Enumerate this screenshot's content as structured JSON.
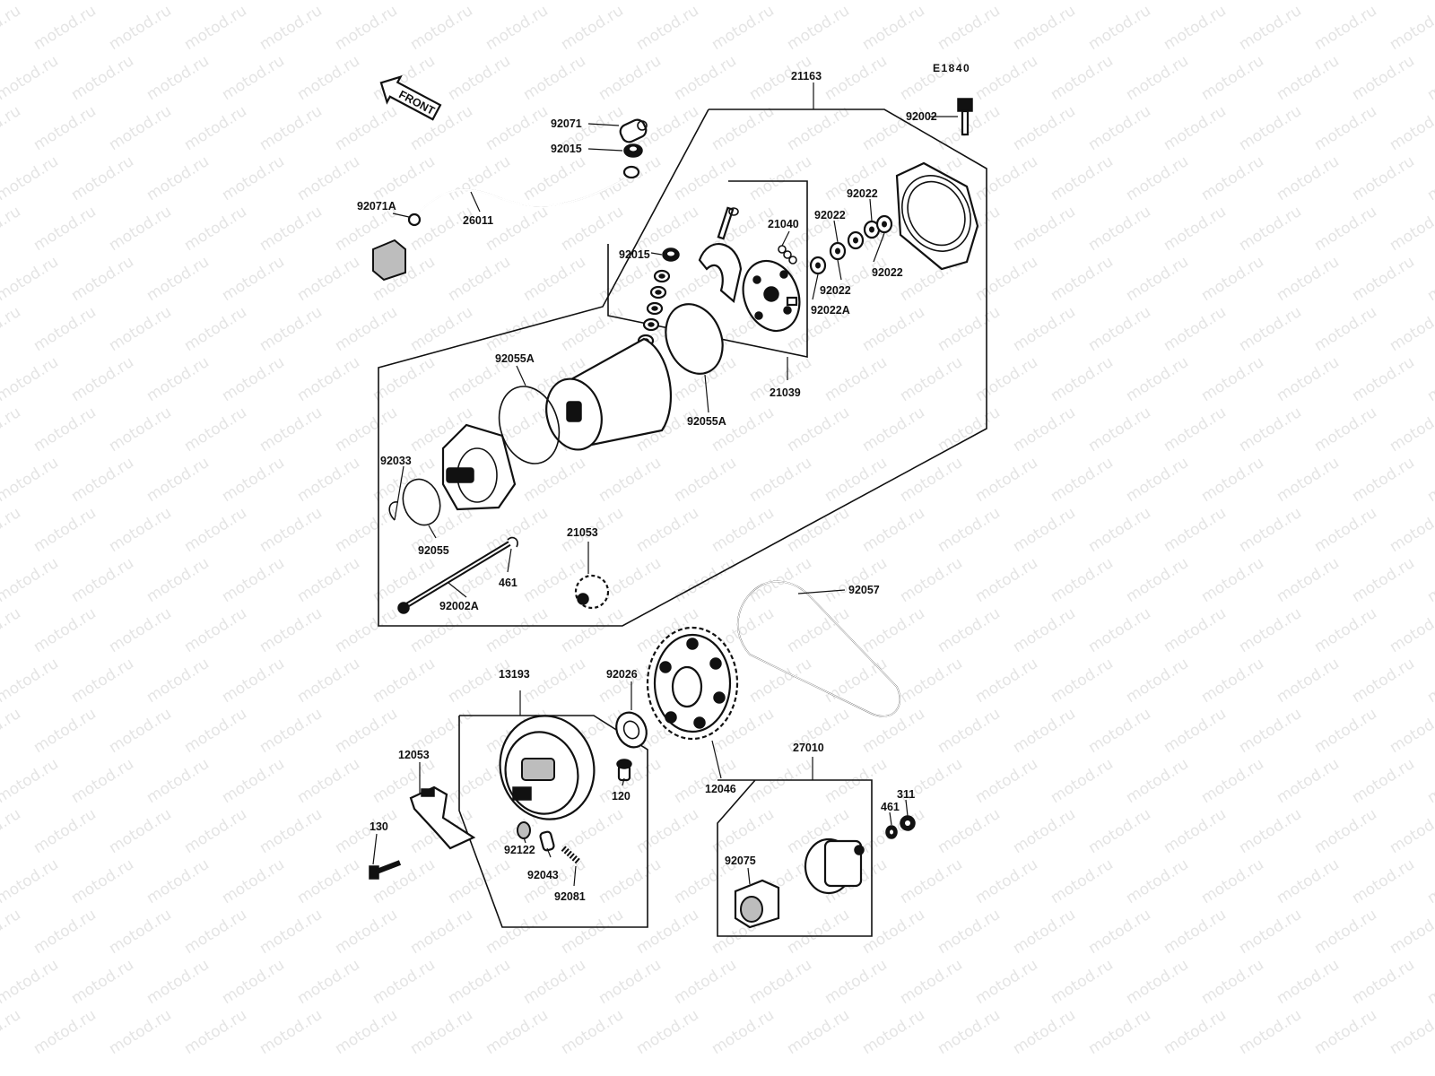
{
  "diagram_code": "E1840",
  "front_label": "FRONT",
  "watermark": "motod.ru",
  "part_labels": {
    "p21163": "21163",
    "p92002": "92002",
    "p92071": "92071",
    "p92015_top": "92015",
    "p92071A": "92071A",
    "p26011": "26011",
    "p92022_a": "92022",
    "p92022_b": "92022",
    "p92022_c": "92022",
    "p92022_d": "92022",
    "p92022A": "92022A",
    "p21040": "21040",
    "p92015_mid": "92015",
    "p92055A_left": "92055A",
    "p92055A_right": "92055A",
    "p21039": "21039",
    "p92033": "92033",
    "p92055": "92055",
    "p461_top": "461",
    "p92002A": "92002A",
    "p21053": "21053",
    "p92057": "92057",
    "p13193": "13193",
    "p92026": "92026",
    "p12053": "12053",
    "p120": "120",
    "p12046": "12046",
    "p27010": "27010",
    "p311": "311",
    "p461_bottom": "461",
    "p130": "130",
    "p92122": "92122",
    "p92043": "92043",
    "p92081": "92081",
    "p92075": "92075"
  }
}
